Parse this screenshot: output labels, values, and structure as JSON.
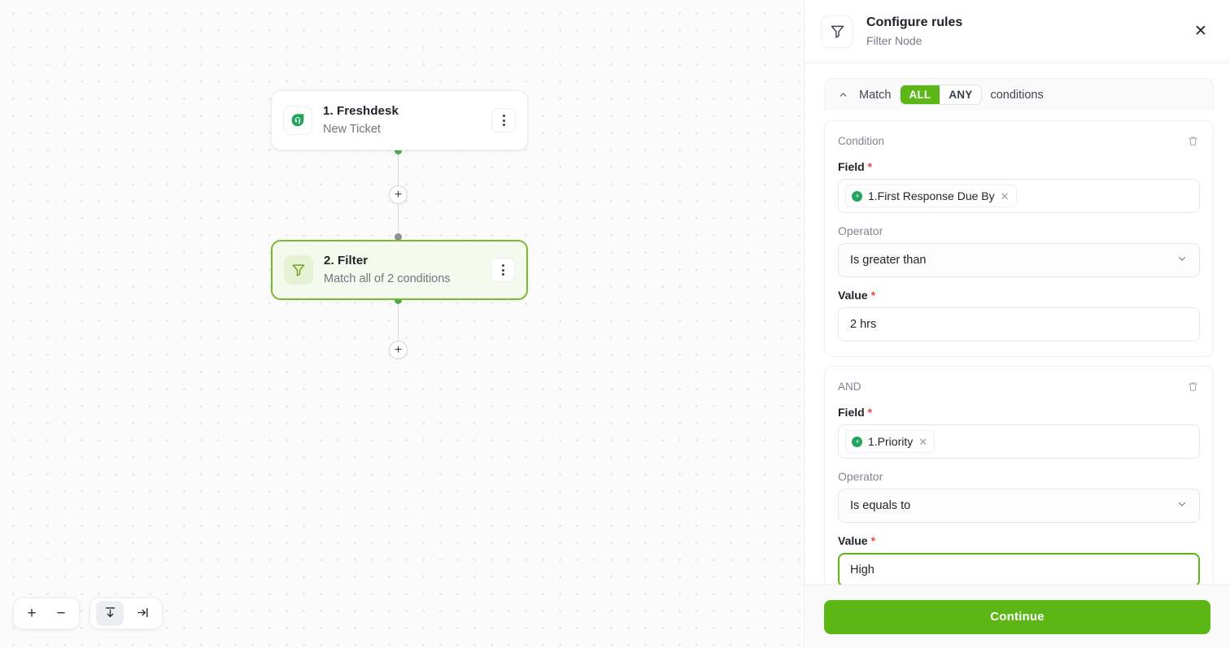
{
  "canvas": {
    "nodes": [
      {
        "title": "1. Freshdesk",
        "subtitle": "New Ticket",
        "icon": "freshdesk-icon"
      },
      {
        "title": "2. Filter",
        "subtitle": "Match all of 2 conditions",
        "icon": "filter-funnel-icon"
      }
    ],
    "add_button_label": "+",
    "toolbar": {
      "zoom_in_label": "+",
      "zoom_out_label": "−",
      "fit_view_icon": "fit-to-view-icon",
      "collapse_icon": "collapse-to-right-icon"
    }
  },
  "panel": {
    "header": {
      "icon": "filter-funnel-icon",
      "title": "Configure rules",
      "subtitle": "Filter Node",
      "close_icon": "close-icon"
    },
    "match_bar": {
      "collapse_icon": "chevron-up-icon",
      "prefix": "Match",
      "options": [
        "ALL",
        "ANY"
      ],
      "selected": "ALL",
      "suffix": "conditions"
    },
    "conditions": [
      {
        "kind": "Condition",
        "delete_icon": "trash-icon",
        "field_label": "Field",
        "field_required": "*",
        "field_chip": "1.First Response Due By",
        "chip_icon": "freshdesk-mini-icon",
        "chip_remove_icon": "close-icon",
        "operator_label": "Operator",
        "operator_value": "Is greater than",
        "operator_caret": "chevron-down-icon",
        "value_label": "Value",
        "value_required": "*",
        "value": "2 hrs",
        "value_focused": false
      },
      {
        "kind": "AND",
        "delete_icon": "trash-icon",
        "field_label": "Field",
        "field_required": "*",
        "field_chip": "1.Priority",
        "chip_icon": "freshdesk-mini-icon",
        "chip_remove_icon": "close-icon",
        "operator_label": "Operator",
        "operator_value": "Is equals to",
        "operator_caret": "chevron-down-icon",
        "value_label": "Value",
        "value_required": "*",
        "value": "High",
        "value_focused": true
      }
    ],
    "footer": {
      "continue_label": "Continue"
    }
  },
  "colors": {
    "brand_green": "#5cb615",
    "node_selected_border": "#7cb82f",
    "node_selected_bg": "#f5faee",
    "freshdesk_green": "#22a45d",
    "required_red": "#e5484d"
  }
}
